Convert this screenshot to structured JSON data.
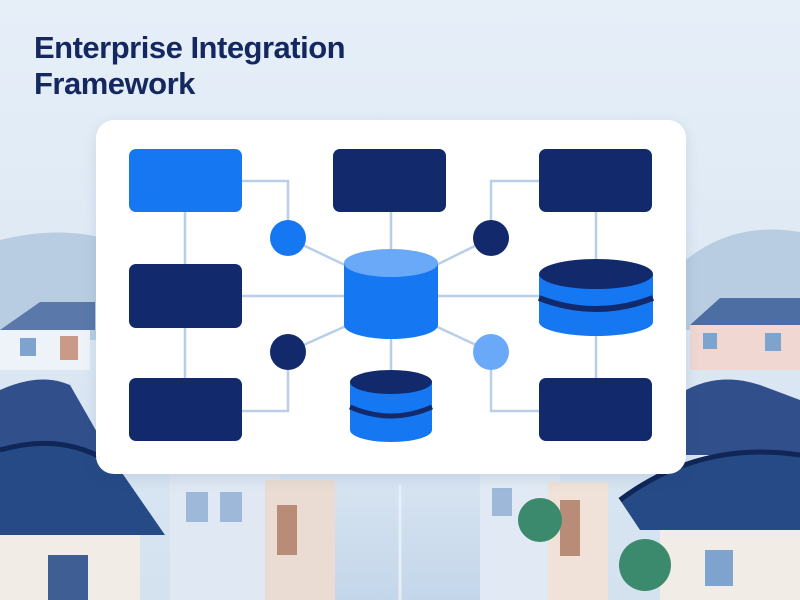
{
  "page": {
    "title": "Enterprise Integration Framework"
  },
  "palette": {
    "sky": "#dde9f4",
    "title": "#14285f",
    "card": "#ffffff",
    "navy": "#122a6b",
    "bright_blue": "#1677f2",
    "light_blue": "#6aa9f7",
    "connector": "#b7cfe8"
  },
  "diagram": {
    "nodes": [
      {
        "id": "node-top-left",
        "shape": "box",
        "color": "bright_blue"
      },
      {
        "id": "node-top-center",
        "shape": "box",
        "color": "navy"
      },
      {
        "id": "node-top-right",
        "shape": "box",
        "color": "navy"
      },
      {
        "id": "node-mid-left",
        "shape": "box",
        "color": "navy"
      },
      {
        "id": "node-bottom-left",
        "shape": "box",
        "color": "navy"
      },
      {
        "id": "node-bottom-right",
        "shape": "box",
        "color": "navy"
      },
      {
        "id": "central-database",
        "shape": "cylinder",
        "color": "bright_blue"
      },
      {
        "id": "database-right",
        "shape": "stacked-database",
        "color": "bright_blue"
      },
      {
        "id": "database-bottom",
        "shape": "stacked-database",
        "color": "bright_blue"
      },
      {
        "id": "hub-upper-left",
        "shape": "circle",
        "color": "bright_blue"
      },
      {
        "id": "hub-upper-right",
        "shape": "circle",
        "color": "navy"
      },
      {
        "id": "hub-lower-left",
        "shape": "circle",
        "color": "navy"
      },
      {
        "id": "hub-lower-right",
        "shape": "circle",
        "color": "light_blue"
      }
    ]
  }
}
